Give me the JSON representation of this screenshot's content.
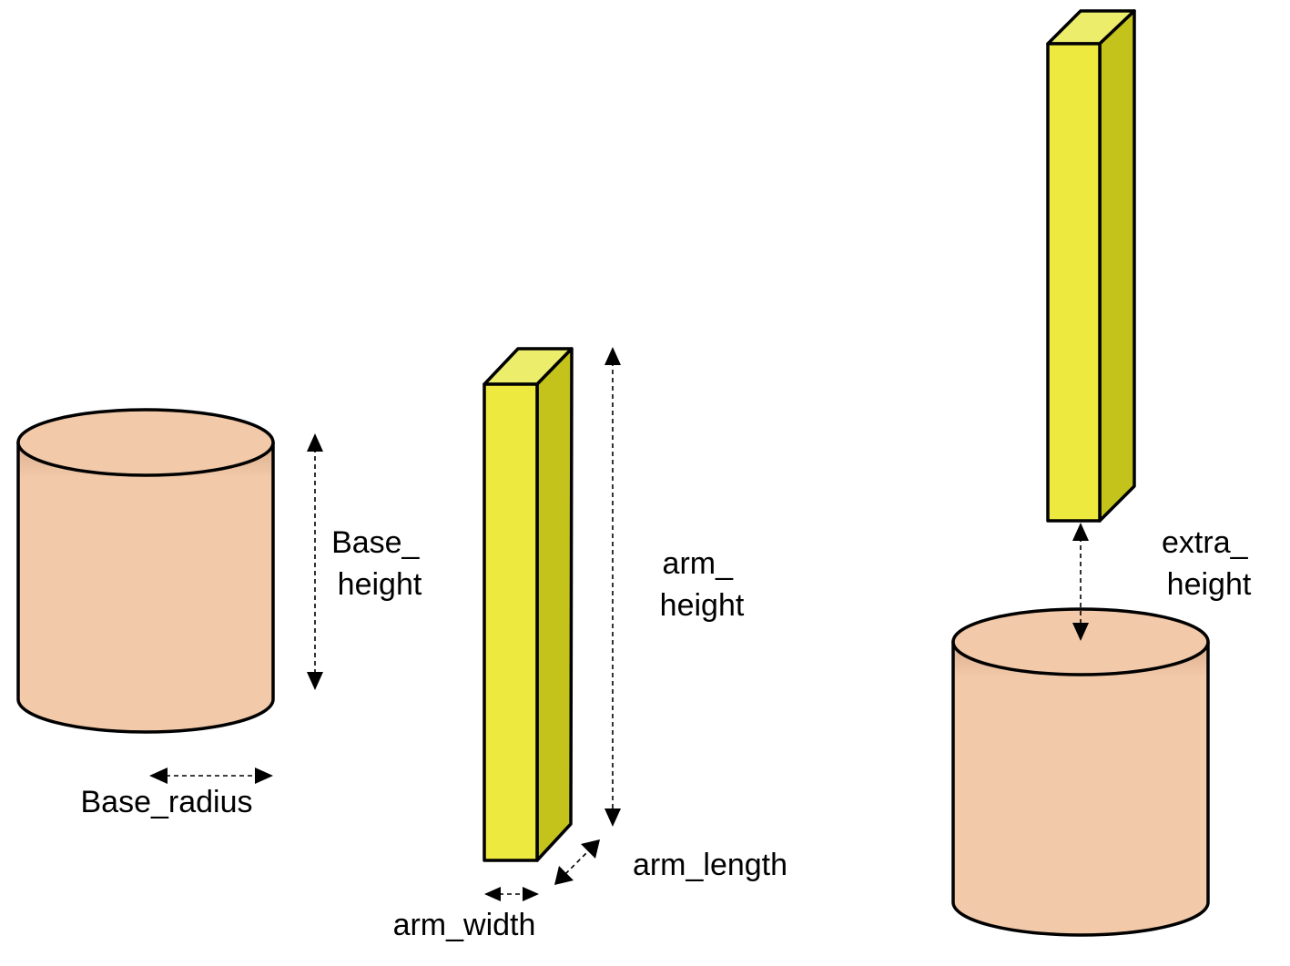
{
  "colors": {
    "cylinder_fill": "#f2c9a9",
    "bar_front": "#eee93f",
    "bar_side": "#c3c31c",
    "bar_top": "#eded6c",
    "outline": "#000000"
  },
  "labels": {
    "base_height": [
      "Base_",
      "height"
    ],
    "base_radius": "Base_radius",
    "arm_height": [
      "arm_",
      "height"
    ],
    "arm_length": "arm_length",
    "arm_width": "arm_width",
    "extra_height": [
      "extra_",
      "height"
    ]
  }
}
